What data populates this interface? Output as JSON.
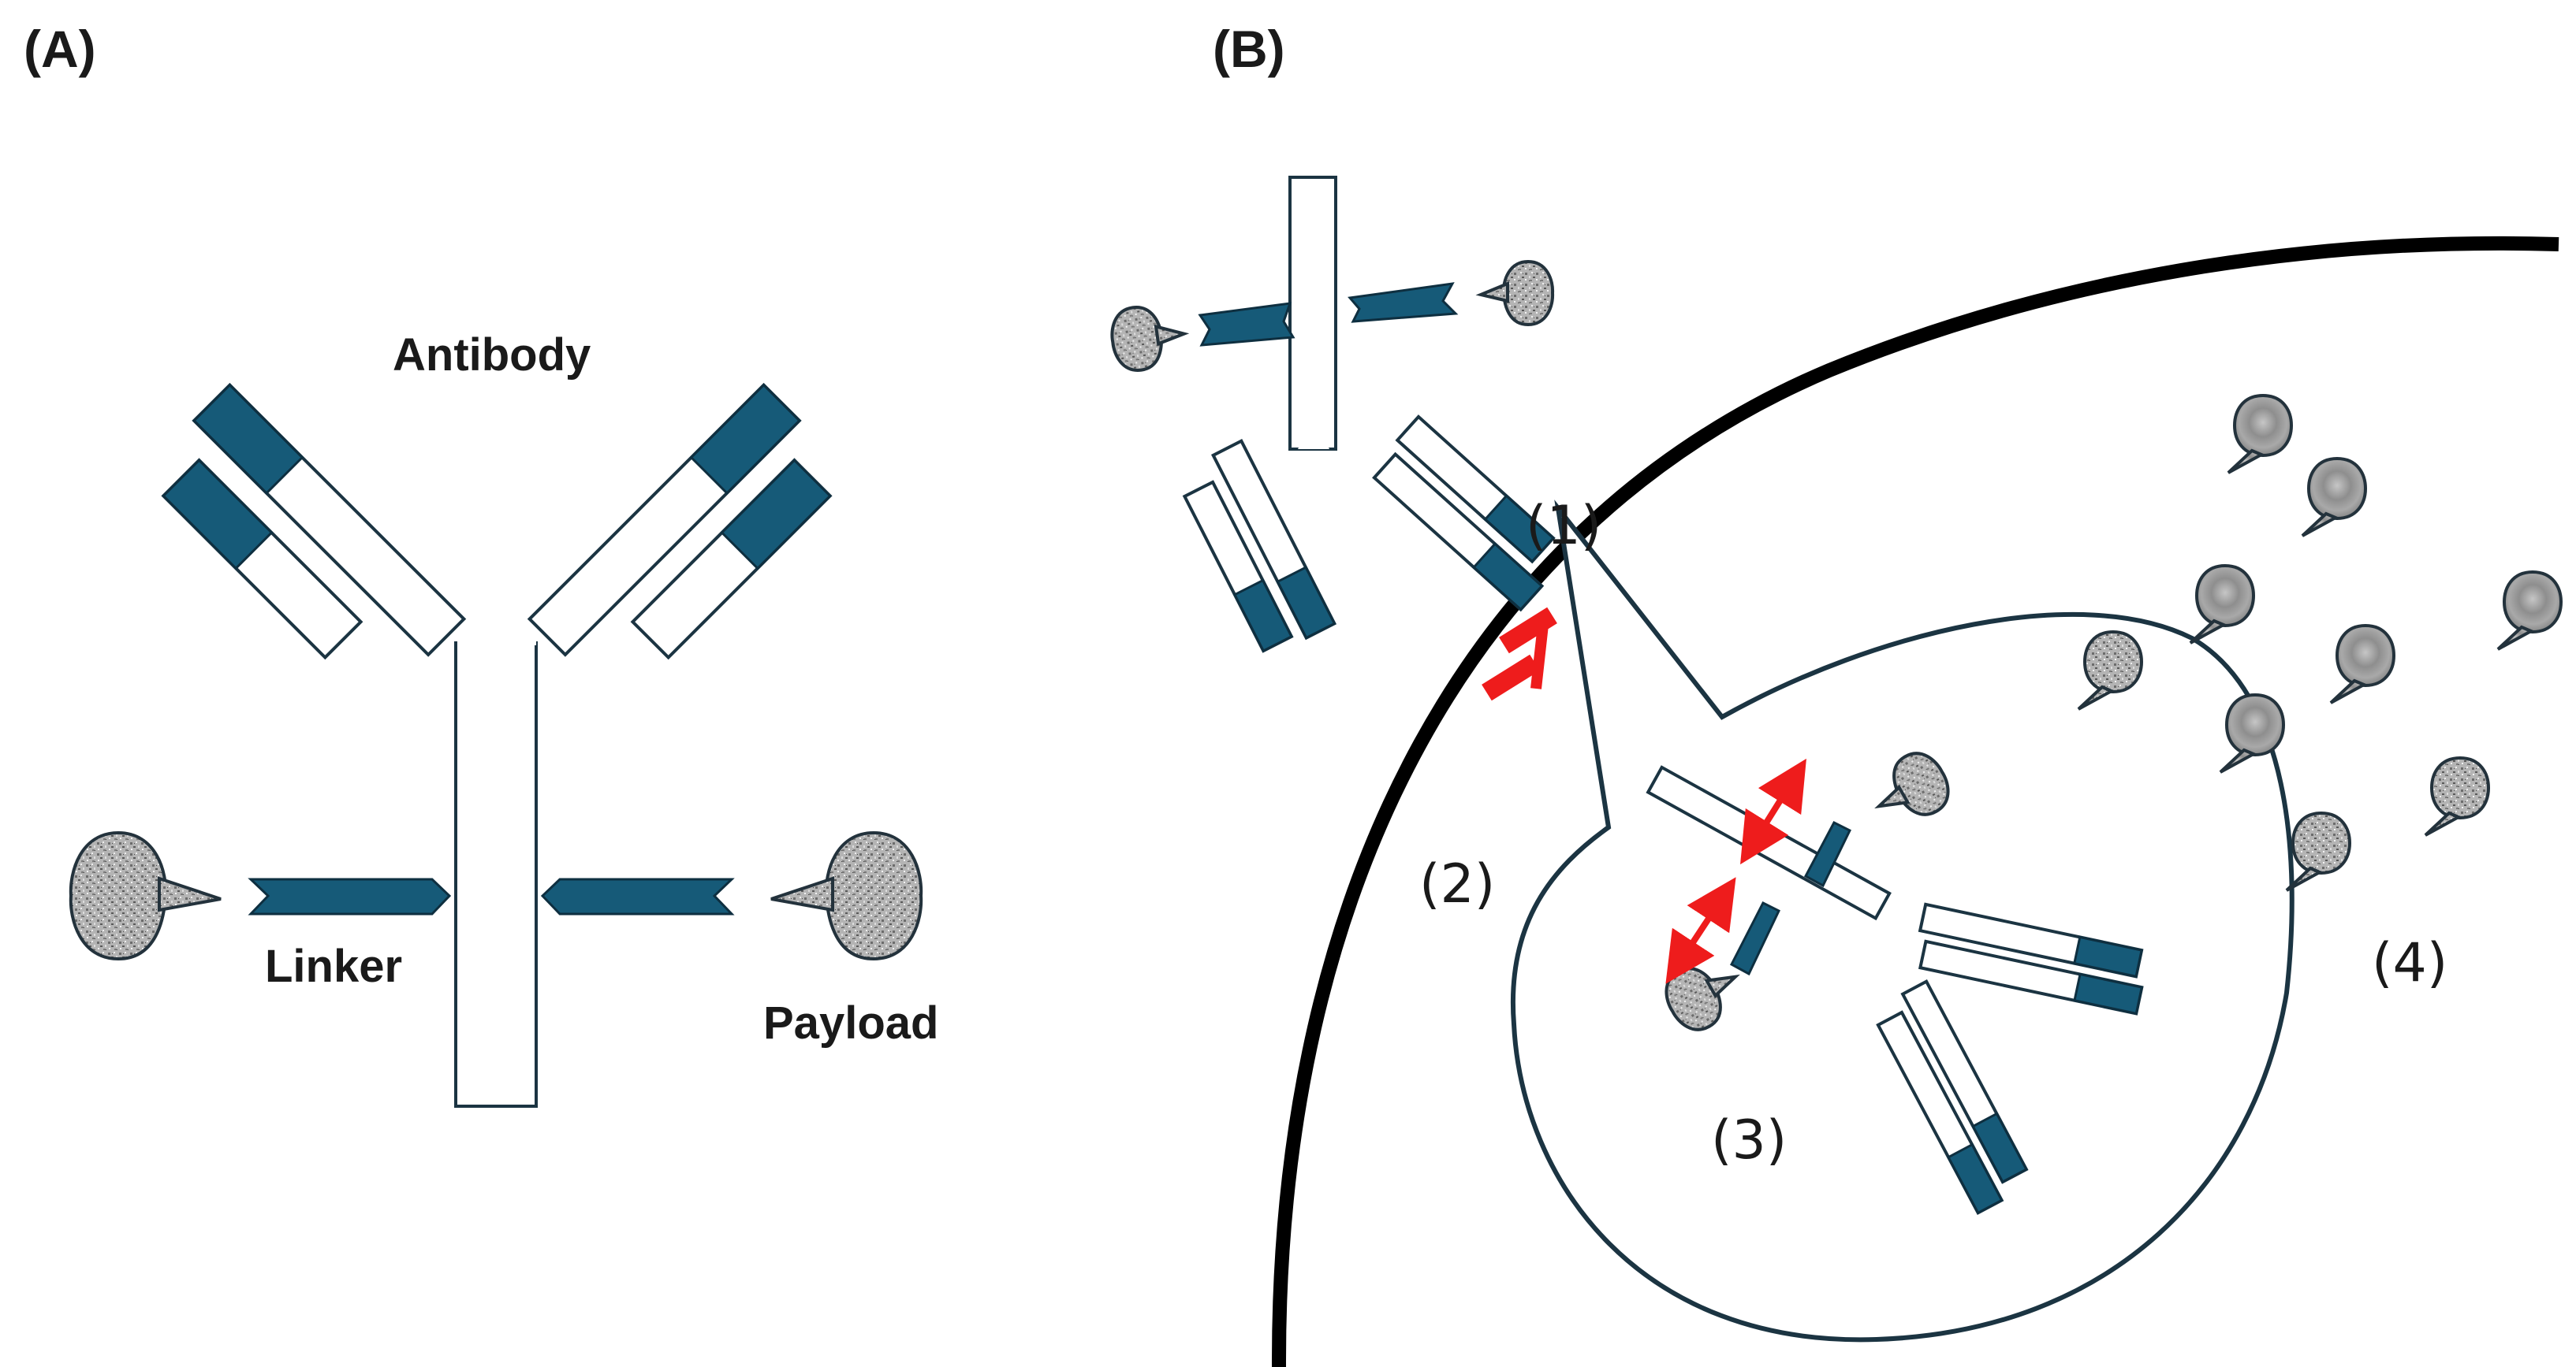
{
  "panels": {
    "a": {
      "label": "(A)",
      "antibody_label": "Antibody",
      "linker_label": "Linker",
      "payload_label": "Payload"
    },
    "b": {
      "label": "(B)",
      "step1": "(1)",
      "step2": "(2)",
      "step3": "(3)",
      "step4": "(4)"
    }
  },
  "colors": {
    "chain_accent": "#165a78",
    "outline": "#1b3442",
    "cell_membrane": "#000000",
    "receptor": "#ee1c1c",
    "release_arrows": "#ee1c1c",
    "payload_fill": "#9a9a9a"
  }
}
